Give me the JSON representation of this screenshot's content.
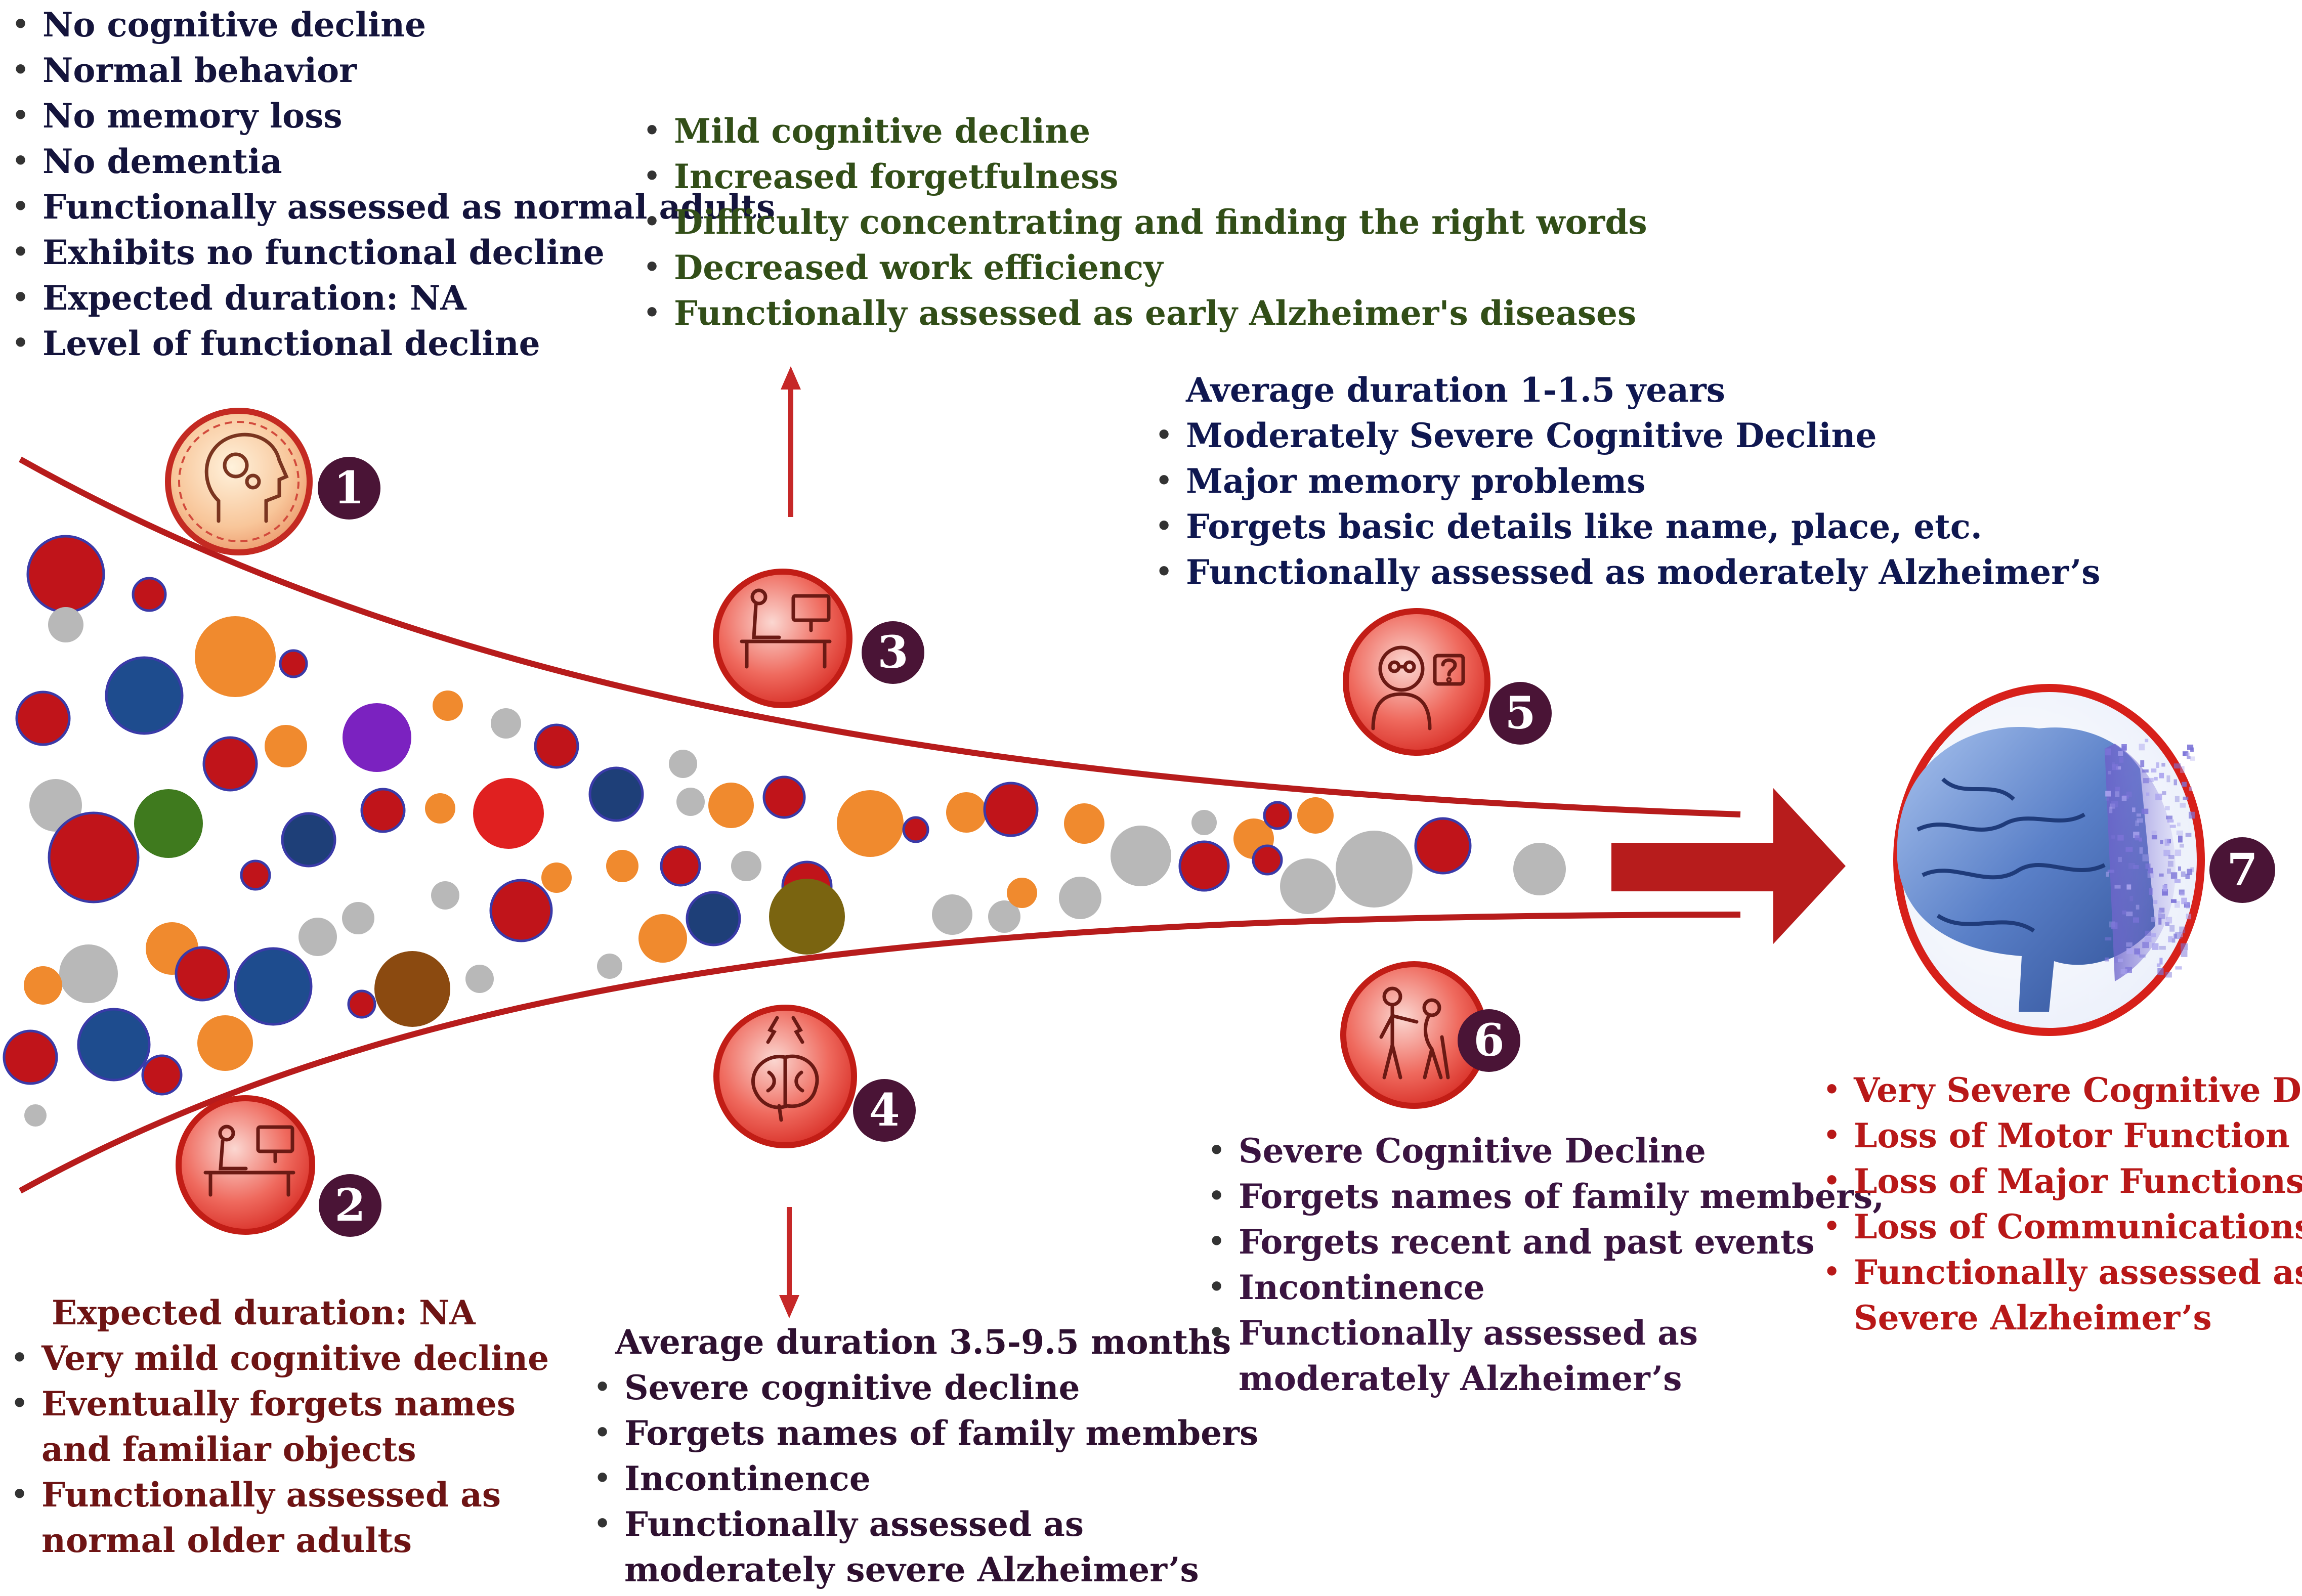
{
  "stages": [
    {
      "number": "1",
      "icon": "head-gears-icon",
      "items": [
        "No cognitive decline",
        "Normal behavior",
        "No memory loss",
        "No dementia",
        "Functionally assessed as normal adults",
        "Exhibits no functional decline",
        "Expected duration: NA",
        "Level of functional decline"
      ]
    },
    {
      "number": "2",
      "icon": "patient-bed-monitor-icon",
      "note": "Expected duration: NA",
      "items": [
        "Very mild cognitive decline",
        "Eventually forgets names and familiar objects",
        "Functionally assessed as normal older adults"
      ]
    },
    {
      "number": "3",
      "icon": "patient-bed-monitor-icon",
      "items": [
        "Mild cognitive decline",
        "Increased forgetfulness",
        "Difficulty concentrating and finding the right words",
        "Decreased work efficiency",
        "Functionally assessed as early Alzheimer's diseases"
      ]
    },
    {
      "number": "4",
      "icon": "brain-lightning-icon",
      "note": "Average duration 3.5-9.5 months",
      "items": [
        "Severe cognitive decline",
        "Forgets names of family members",
        "Incontinence",
        "Functionally assessed as moderately severe Alzheimer’s"
      ]
    },
    {
      "number": "5",
      "icon": "confused-person-icon",
      "note": "Average duration 1-1.5 years",
      "items": [
        "Moderately Severe Cognitive Decline",
        "Major memory problems",
        "Forgets basic details like name, place, etc.",
        "Functionally assessed as moderately  Alzheimer’s"
      ]
    },
    {
      "number": "6",
      "icon": "caregiver-elderly-icon",
      "items": [
        "Severe Cognitive Decline",
        "Forgets names of family members,",
        "Forgets recent and past events",
        "Incontinence",
        "Functionally assessed as moderately Alzheimer’s"
      ]
    },
    {
      "number": "7",
      "icon": "brain-disintegrating-icon",
      "items": [
        "Very Severe Cognitive Decline",
        "Loss of Motor Function",
        "Loss of Major Functions",
        "Loss of Communications",
        "Functionally assessed as Severe  Alzheimer’s"
      ]
    }
  ],
  "colors": {
    "funnel": "#b71c1c",
    "arrow": "#b71c1c",
    "badge": "#4a1436",
    "stage1_text": "#14143c",
    "stage2_text": "#6e1414",
    "stage3_text": "#324e18",
    "stage4_text": "#2e1030",
    "stage5_text": "#0f1750",
    "stage6_text": "#3a1440",
    "stage7_text": "#b81818"
  }
}
